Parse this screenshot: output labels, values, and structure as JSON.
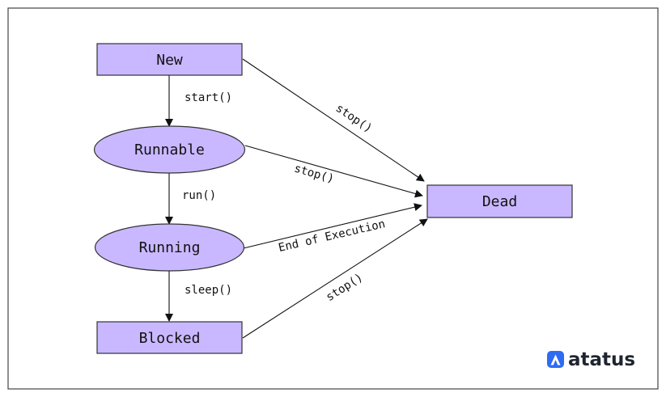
{
  "colors": {
    "node_fill": "#c9b8ff",
    "node_stroke": "#333333",
    "edge": "#111111",
    "frame": "#444444",
    "brand_icon": "#2f6bf2",
    "brand_text": "#1f2530"
  },
  "nodes": {
    "new": "New",
    "runnable": "Runnable",
    "running": "Running",
    "blocked": "Blocked",
    "dead": "Dead"
  },
  "edges": {
    "new_runnable": "start()",
    "runnable_running": "run()",
    "running_blocked": "sleep()",
    "new_dead": "stop()",
    "runnable_dead": "stop()",
    "running_dead": "End of Execution",
    "blocked_dead": "stop()"
  },
  "brand": {
    "name": "atatus",
    "icon": "atatus-logo-icon"
  }
}
